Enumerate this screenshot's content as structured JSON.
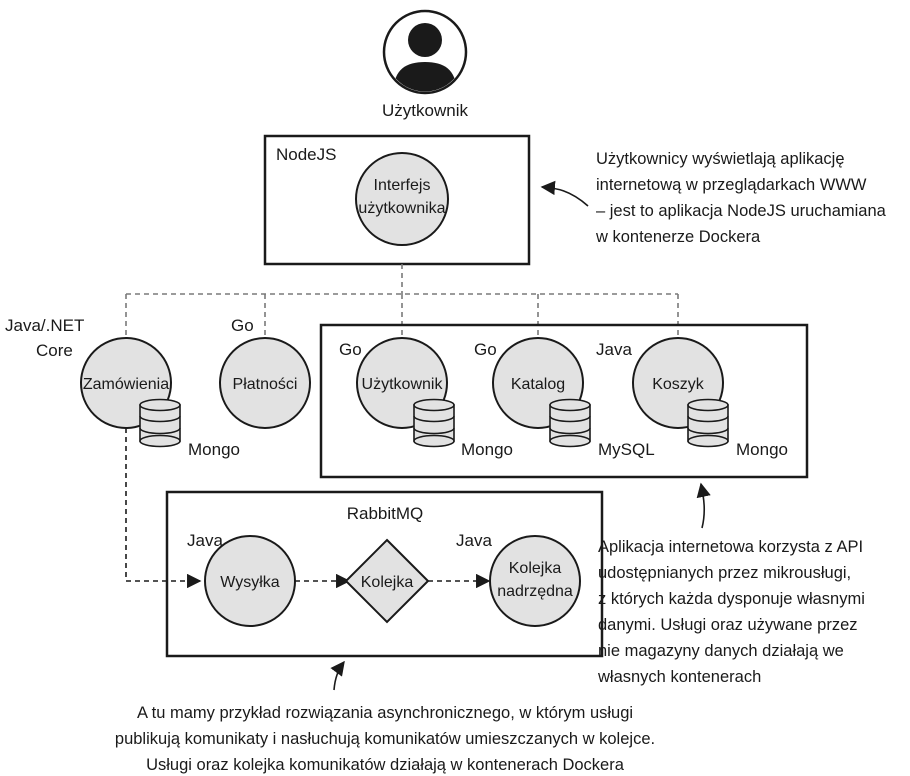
{
  "user": {
    "label": "Użytkownik"
  },
  "frontend": {
    "platform": "NodeJS",
    "service_line1": "Interfejs",
    "service_line2": "użytkownika"
  },
  "frontend_note": [
    "Użytkownicy wyświetlają aplikację",
    "internetową w przeglądarkach WWW",
    "– jest to aplikacja NodeJS uruchamiana",
    "w kontenerze Dockera"
  ],
  "services": {
    "orders": {
      "platform_line1": "Java/.NET",
      "platform_line2": "Core",
      "name": "Zamówienia",
      "db": "Mongo"
    },
    "payments": {
      "platform": "Go",
      "name": "Płatności"
    },
    "users": {
      "platform": "Go",
      "name": "Użytkownik",
      "db": "Mongo"
    },
    "catalog": {
      "platform": "Go",
      "name": "Katalog",
      "db": "MySQL"
    },
    "cart": {
      "platform": "Java",
      "name": "Koszyk",
      "db": "Mongo"
    }
  },
  "async": {
    "broker": "RabbitMQ",
    "shipping": {
      "platform": "Java",
      "name": "Wysyłka"
    },
    "queue": {
      "name": "Kolejka"
    },
    "master_queue": {
      "platform": "Java",
      "name_line1": "Kolejka",
      "name_line2": "nadrzędna"
    }
  },
  "microservices_note": [
    "Aplikacja internetowa korzysta z API",
    "udostępnianych przez mikrousługi,",
    "z których każda dysponuje własnymi",
    "danymi. Usługi oraz używane przez",
    "nie magazyny danych działają we",
    "własnych kontenerach"
  ],
  "async_note": [
    "A tu mamy przykład rozwiązania asynchronicznego, w którym usługi",
    "publikują komunikaty i nasłuchują komunikatów umieszczanych w kolejce.",
    "Usługi oraz kolejka komunikatów działają w kontenerach Dockera"
  ]
}
